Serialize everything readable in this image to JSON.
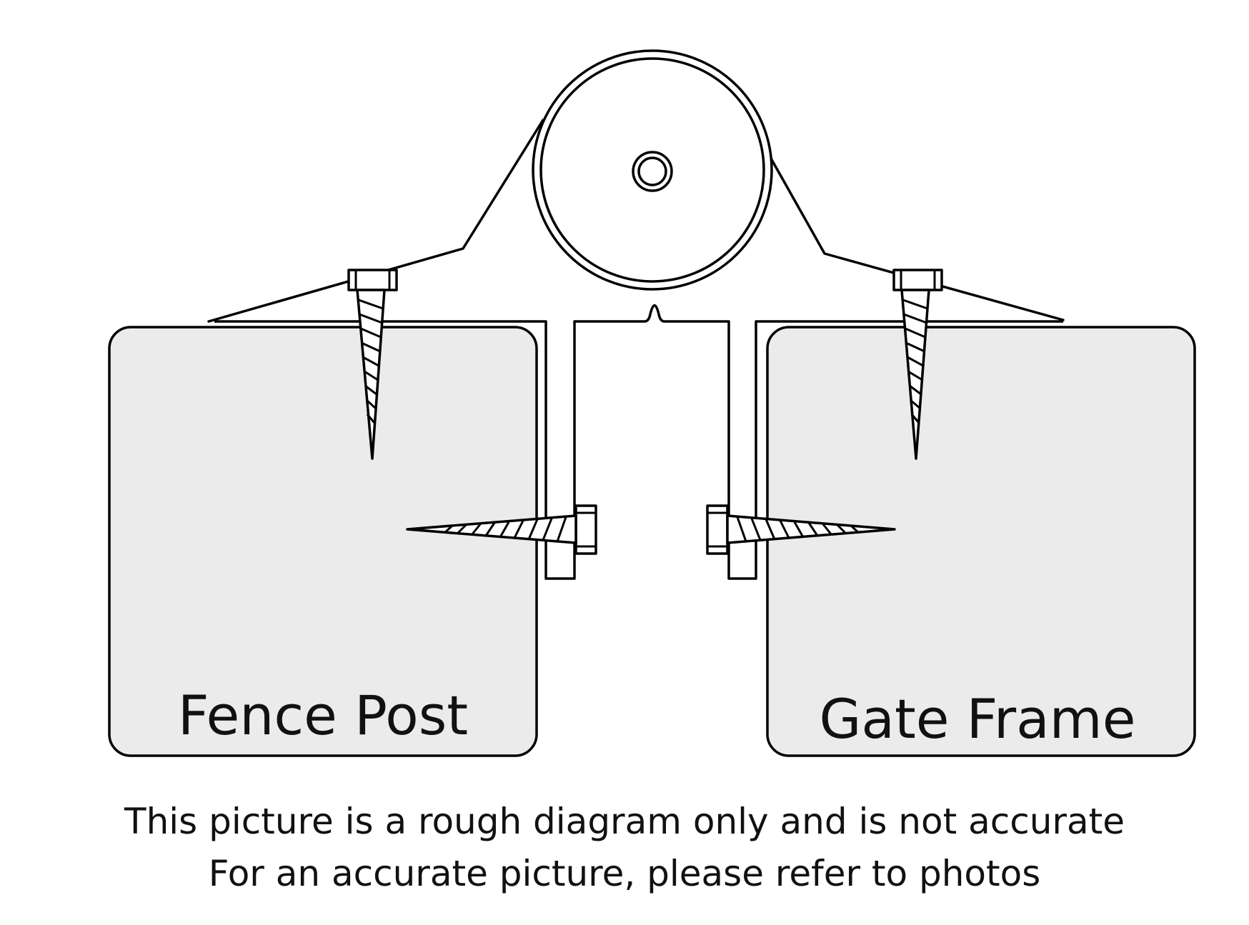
{
  "labels": {
    "left_block": "Fence Post",
    "right_block": "Gate Frame"
  },
  "caption": {
    "line1": "This picture is a rough diagram only and is not accurate",
    "line2": "For an accurate picture, please refer to photos"
  }
}
